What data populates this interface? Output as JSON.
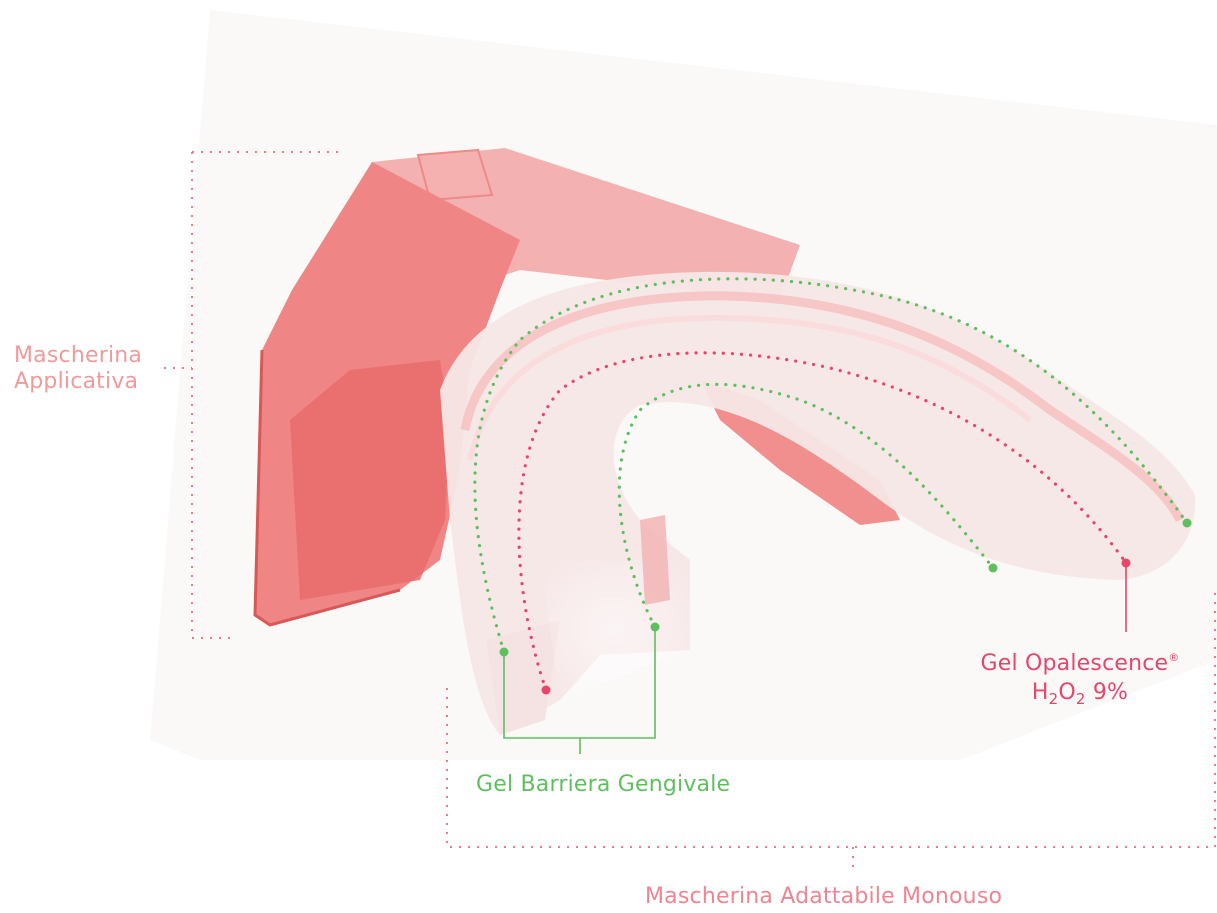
{
  "labels": {
    "mascherina_applicativa": [
      "Mascherina",
      "Applicativa"
    ],
    "gel_opalescence": "Gel Opalescence",
    "registered_mark": "®",
    "h2o2": {
      "h": "H",
      "two_a": "2",
      "o": "O",
      "two_b": "2",
      "concentration": " 9%"
    },
    "gel_barriera": "Gel Barriera Gengivale",
    "mascherina_monouso": "Mascherina Adattabile Monouso"
  },
  "colors": {
    "applicator_red": "#ee6e6e",
    "applicator_label": "#f19a9a",
    "opalescence_gel": "#e8456a",
    "barrier_gel": "#5fbf5f",
    "monouso_label": "#f08490"
  }
}
